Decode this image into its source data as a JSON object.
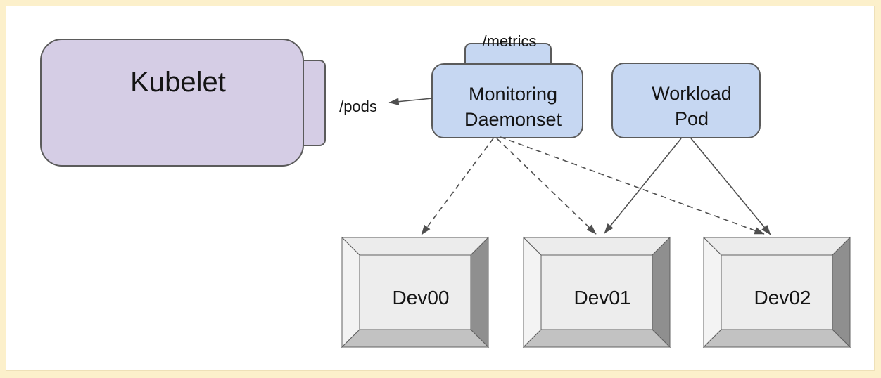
{
  "colors": {
    "frame_border": "#fcf0cb",
    "canvas": "#ffffff",
    "purple_fill": "#d5cde5",
    "blue_fill": "#c6d7f2",
    "shape_stroke": "#5b5b5b",
    "arrow_stroke": "#4f4f4f",
    "bevel_top": "#ececec",
    "bevel_left": "#f3f3f3",
    "bevel_right": "#8f8f8f",
    "bevel_bottom": "#c2c2c2",
    "bevel_face": "#ededed",
    "text": "#141414"
  },
  "nodes": {
    "kubelet": {
      "label": "Kubelet"
    },
    "pods_endpoint": {
      "label": "/pods"
    },
    "metrics_endpoint": {
      "label": "/metrics"
    },
    "monitoring_daemonset": {
      "label": "Monitoring\nDaemonset"
    },
    "workload_pod": {
      "label": "Workload\nPod"
    },
    "devices": [
      {
        "label": "Dev00"
      },
      {
        "label": "Dev01"
      },
      {
        "label": "Dev02"
      }
    ]
  },
  "edges": [
    {
      "from": "monitoring-daemonset",
      "to": "kubelet-pods-endpoint",
      "style": "solid-arrow"
    },
    {
      "from": "monitoring-daemonset",
      "to": "dev00",
      "style": "dashed-arrow"
    },
    {
      "from": "monitoring-daemonset",
      "to": "dev01",
      "style": "dashed-arrow"
    },
    {
      "from": "monitoring-daemonset",
      "to": "dev02",
      "style": "dashed-arrow"
    },
    {
      "from": "workload-pod",
      "to": "dev01",
      "style": "solid-arrow"
    },
    {
      "from": "workload-pod",
      "to": "dev02",
      "style": "solid-arrow"
    }
  ]
}
